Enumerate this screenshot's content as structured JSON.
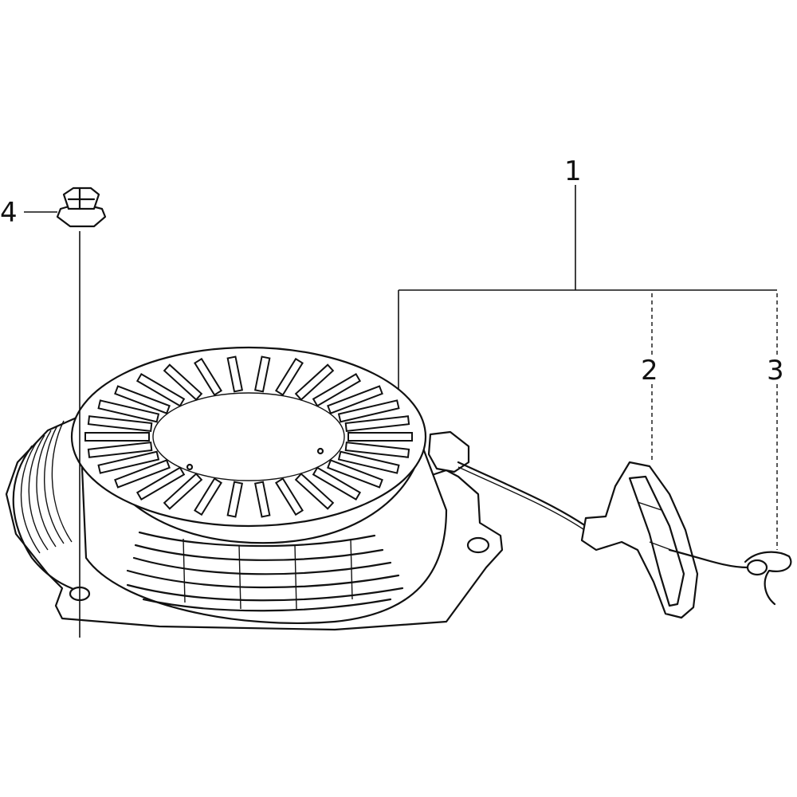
{
  "callouts": {
    "part_1": "1",
    "part_2": "2",
    "part_3": "3",
    "part_4": "4"
  },
  "colors": {
    "ink": "#111111",
    "background": "#ffffff"
  }
}
